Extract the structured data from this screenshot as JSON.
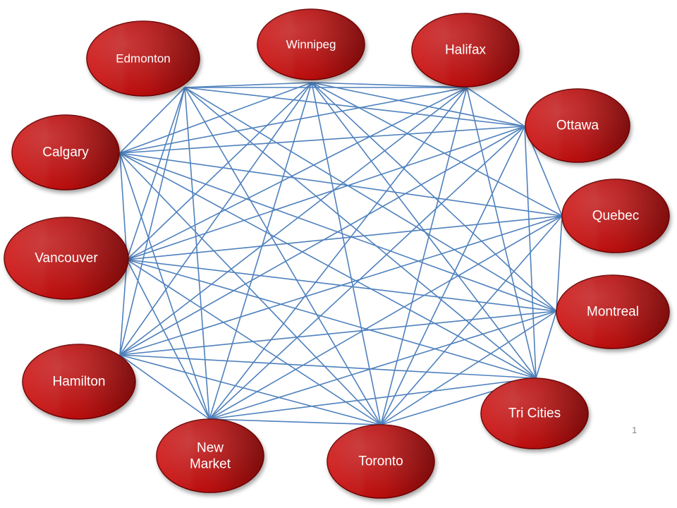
{
  "slide": {
    "page_number": "1"
  },
  "colors": {
    "edge": "#4f81bd",
    "node_dark": "#7e0a0a",
    "node_mid": "#b30e0e",
    "node_light": "#cf1717",
    "node_border": "#6e0000",
    "label": "#ffffff"
  },
  "nodes": [
    {
      "id": "edmonton",
      "label": "Edmonton"
    },
    {
      "id": "winnipeg",
      "label": "Winnipeg"
    },
    {
      "id": "halifax",
      "label": "Halifax"
    },
    {
      "id": "ottawa",
      "label": "Ottawa"
    },
    {
      "id": "quebec",
      "label": "Quebec"
    },
    {
      "id": "montreal",
      "label": "Montreal"
    },
    {
      "id": "tricities",
      "label": "Tri Cities"
    },
    {
      "id": "toronto",
      "label": "Toronto"
    },
    {
      "id": "newmarket",
      "label": "New Market"
    },
    {
      "id": "hamilton",
      "label": "Hamilton"
    },
    {
      "id": "vancouver",
      "label": "Vancouver"
    },
    {
      "id": "calgary",
      "label": "Calgary"
    }
  ],
  "edges": [
    [
      "edmonton",
      "winnipeg"
    ],
    [
      "winnipeg",
      "halifax"
    ],
    [
      "halifax",
      "ottawa"
    ],
    [
      "ottawa",
      "quebec"
    ],
    [
      "quebec",
      "montreal"
    ],
    [
      "montreal",
      "tricities"
    ],
    [
      "tricities",
      "toronto"
    ],
    [
      "toronto",
      "newmarket"
    ],
    [
      "newmarket",
      "hamilton"
    ],
    [
      "hamilton",
      "vancouver"
    ],
    [
      "vancouver",
      "calgary"
    ],
    [
      "calgary",
      "edmonton"
    ],
    [
      "edmonton",
      "ottawa"
    ],
    [
      "edmonton",
      "montreal"
    ],
    [
      "edmonton",
      "tricities"
    ],
    [
      "edmonton",
      "toronto"
    ],
    [
      "edmonton",
      "newmarket"
    ],
    [
      "edmonton",
      "hamilton"
    ],
    [
      "edmonton",
      "vancouver"
    ],
    [
      "edmonton",
      "halifax"
    ],
    [
      "winnipeg",
      "calgary"
    ],
    [
      "winnipeg",
      "vancouver"
    ],
    [
      "winnipeg",
      "hamilton"
    ],
    [
      "winnipeg",
      "newmarket"
    ],
    [
      "winnipeg",
      "toronto"
    ],
    [
      "winnipeg",
      "tricities"
    ],
    [
      "winnipeg",
      "montreal"
    ],
    [
      "winnipeg",
      "quebec"
    ],
    [
      "winnipeg",
      "ottawa"
    ],
    [
      "halifax",
      "calgary"
    ],
    [
      "halifax",
      "vancouver"
    ],
    [
      "halifax",
      "hamilton"
    ],
    [
      "halifax",
      "newmarket"
    ],
    [
      "halifax",
      "toronto"
    ],
    [
      "halifax",
      "tricities"
    ],
    [
      "ottawa",
      "calgary"
    ],
    [
      "ottawa",
      "vancouver"
    ],
    [
      "ottawa",
      "hamilton"
    ],
    [
      "ottawa",
      "newmarket"
    ],
    [
      "ottawa",
      "toronto"
    ],
    [
      "ottawa",
      "tricities"
    ],
    [
      "quebec",
      "calgary"
    ],
    [
      "quebec",
      "vancouver"
    ],
    [
      "quebec",
      "hamilton"
    ],
    [
      "quebec",
      "newmarket"
    ],
    [
      "quebec",
      "toronto"
    ],
    [
      "montreal",
      "calgary"
    ],
    [
      "montreal",
      "vancouver"
    ],
    [
      "montreal",
      "hamilton"
    ],
    [
      "montreal",
      "newmarket"
    ],
    [
      "montreal",
      "toronto"
    ],
    [
      "tricities",
      "calgary"
    ],
    [
      "tricities",
      "vancouver"
    ],
    [
      "tricities",
      "hamilton"
    ],
    [
      "tricities",
      "newmarket"
    ],
    [
      "toronto",
      "calgary"
    ],
    [
      "toronto",
      "vancouver"
    ],
    [
      "toronto",
      "hamilton"
    ],
    [
      "newmarket",
      "calgary"
    ],
    [
      "newmarket",
      "vancouver"
    ]
  ]
}
